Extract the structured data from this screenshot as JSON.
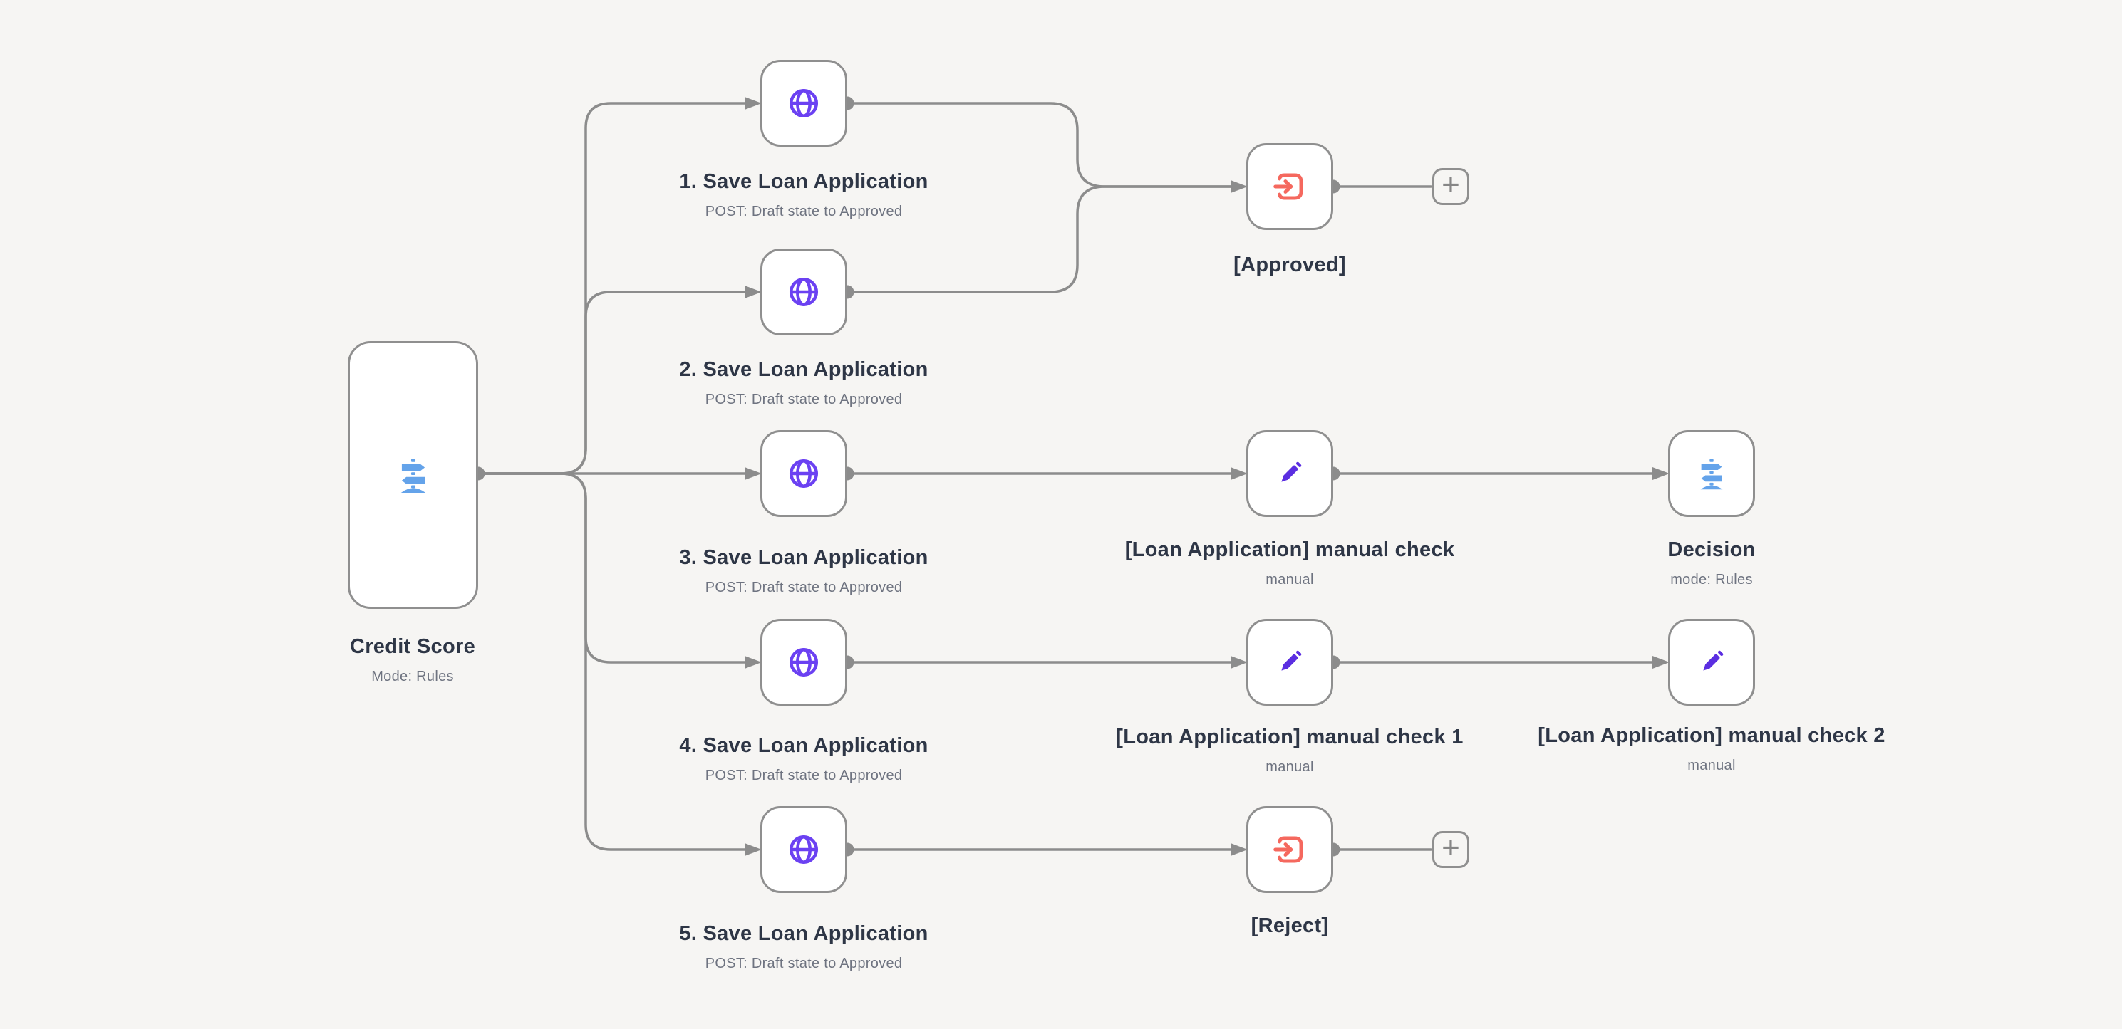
{
  "colors": {
    "background": "#f6f5f3",
    "edge": "#8c8c8c",
    "node_bg": "#ffffff",
    "node_border": "#8f8f8f",
    "title": "#2e3646",
    "subtitle": "#6e7380",
    "globe": "#6b41f2",
    "pencil": "#5b2ee1",
    "signpost": "#64a3ea",
    "enter": "#f5685e",
    "plus": "#868686"
  },
  "nodes": {
    "credit_score": {
      "title": "Credit Score",
      "subtitle": "Mode: Rules",
      "icon": "signpost-icon"
    },
    "save1": {
      "title": "1. Save Loan Application",
      "subtitle": "POST: Draft state to Approved",
      "icon": "globe-icon"
    },
    "save2": {
      "title": "2. Save Loan Application",
      "subtitle": "POST: Draft state to Approved",
      "icon": "globe-icon"
    },
    "save3": {
      "title": "3. Save Loan Application",
      "subtitle": "POST: Draft state to Approved",
      "icon": "globe-icon"
    },
    "save4": {
      "title": "4. Save Loan Application",
      "subtitle": "POST: Draft state to Approved",
      "icon": "globe-icon"
    },
    "save5": {
      "title": "5. Save Loan Application",
      "subtitle": "POST: Draft state to Approved",
      "icon": "globe-icon"
    },
    "approved": {
      "title": "[Approved]",
      "icon": "enter-icon"
    },
    "manual_check": {
      "title": "[Loan Application] manual check",
      "subtitle": "manual",
      "icon": "pencil-icon"
    },
    "manual_check_1": {
      "title": "[Loan Application] manual check 1",
      "subtitle": "manual",
      "icon": "pencil-icon"
    },
    "manual_check_2": {
      "title": "[Loan Application] manual check 2",
      "subtitle": "manual",
      "icon": "pencil-icon"
    },
    "reject": {
      "title": "[Reject]",
      "icon": "enter-icon"
    },
    "decision": {
      "title": "Decision",
      "subtitle": "mode: Rules",
      "icon": "signpost-icon"
    }
  },
  "buttons": {
    "add_node_label": "+"
  }
}
